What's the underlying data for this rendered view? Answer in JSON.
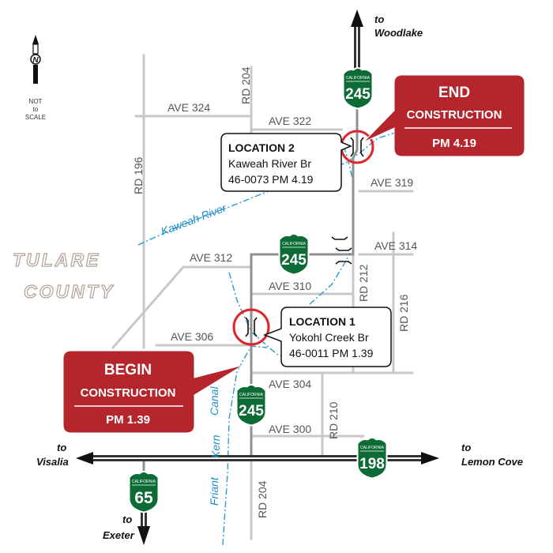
{
  "destinations": {
    "north": [
      "to",
      "Woodlake"
    ],
    "west": [
      "to",
      "Visalia"
    ],
    "east": [
      "to",
      "Lemon Cove"
    ],
    "south": [
      "to",
      "Exeter"
    ]
  },
  "north_arrow": {
    "letter": "N",
    "note": [
      "NOT",
      "to",
      "SCALE"
    ]
  },
  "county_label": [
    "TULARE",
    "COUNTY"
  ],
  "roads": {
    "ave_324": "AVE 324",
    "ave_322": "AVE 322",
    "ave_319": "AVE 319",
    "ave_314": "AVE 314",
    "ave_312": "AVE 312",
    "ave_310": "AVE 310",
    "ave_306": "AVE 306",
    "ave_304": "AVE 304",
    "ave_300": "AVE 300",
    "rd_196": "RD 196",
    "rd_204_north": "RD 204",
    "rd_204_south": "RD 204",
    "rd_212": "RD 212",
    "rd_216": "RD 216",
    "rd_210": "RD 210"
  },
  "waterways": {
    "kaweah_river": "Kaweah River",
    "friant_kern_canal": [
      "Friant",
      "Kern",
      "Canal"
    ]
  },
  "shields": {
    "state_label": "CALIFORNIA",
    "sr245_north": "245",
    "sr245_middle": "245",
    "sr245_south": "245",
    "sr198": "198",
    "sr65": "65"
  },
  "location_1": {
    "title": "LOCATION 1",
    "name": "Yokohl Creek Br",
    "id_pm": "46-0011 PM 1.39"
  },
  "location_2": {
    "title": "LOCATION 2",
    "name": "Kaweah River Br",
    "id_pm": "46-0073 PM 4.19"
  },
  "begin_banner": {
    "big": "BEGIN",
    "sub": "CONSTRUCTION",
    "pm": "PM 1.39"
  },
  "end_banner": {
    "big": "END",
    "sub": "CONSTRUCTION",
    "pm": "PM 4.19"
  },
  "colors": {
    "road_gray": "#c8c8c8",
    "route_gray": "#909090",
    "river_blue": "#2a9ad6",
    "marker_red": "#e0242a",
    "banner_red": "#b5262c",
    "shield_green": "#0d6b35"
  }
}
